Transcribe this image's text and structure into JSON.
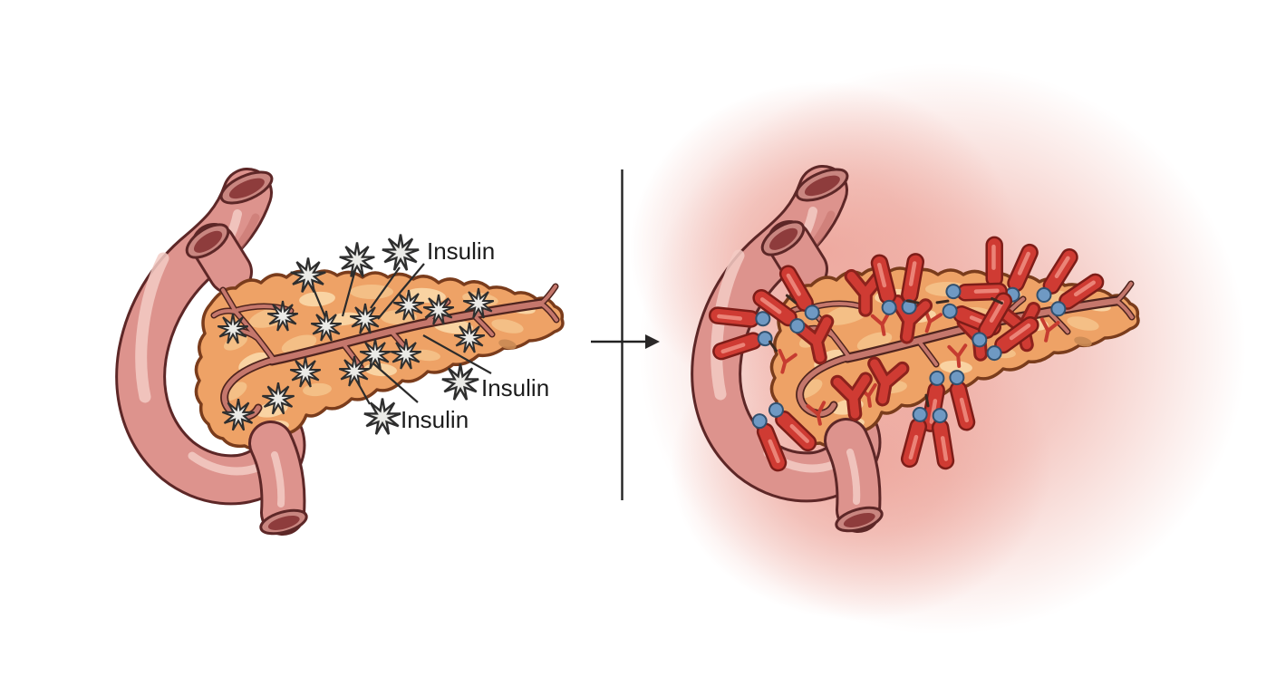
{
  "figure": {
    "description": "Pancreas secreting insulin versus inflamed pancreas attacked by autoantibodies",
    "arrow_direction": "right"
  },
  "left_panel": {
    "name": "pancreas-secreting-insulin",
    "labels": [
      {
        "text": "Insulin"
      },
      {
        "text": "Insulin"
      },
      {
        "text": "Insulin"
      }
    ],
    "granules_x_y_scale": [
      [
        340,
        304,
        1.15
      ],
      [
        394,
        287,
        1.15
      ],
      [
        442,
        279,
        1.2
      ],
      [
        508,
        422,
        1.2
      ],
      [
        422,
        460,
        1.2
      ],
      [
        257,
        363,
        1
      ],
      [
        312,
        349,
        1
      ],
      [
        360,
        360,
        1
      ],
      [
        403,
        352,
        1
      ],
      [
        451,
        337,
        1
      ],
      [
        484,
        342,
        1
      ],
      [
        528,
        335,
        1
      ],
      [
        518,
        373,
        1
      ],
      [
        414,
        391,
        1
      ],
      [
        448,
        391,
        1
      ],
      [
        337,
        411,
        1
      ],
      [
        391,
        410,
        1
      ],
      [
        307,
        440,
        1.05
      ],
      [
        263,
        458,
        1.05
      ]
    ],
    "leader_lines_x1_y1_x2_y2": [
      [
        344,
        314,
        359,
        350
      ],
      [
        392,
        298,
        378,
        349
      ],
      [
        441,
        295,
        409,
        340
      ],
      [
        468,
        291,
        417,
        352
      ],
      [
        467,
        370,
        542,
        412
      ],
      [
        405,
        395,
        461,
        444
      ],
      [
        393,
        419,
        408,
        446
      ]
    ]
  },
  "right_panel": {
    "name": "inflamed-pancreas-with-autoantibodies",
    "antibody_pairs_x_y_rot": [
      [
        840,
        363,
        -96
      ],
      [
        886,
        350,
        -42
      ],
      [
        992,
        336,
        -2
      ],
      [
        1107,
        320,
        12
      ],
      [
        1053,
        333,
        100
      ],
      [
        1162,
        331,
        44
      ],
      [
        1091,
        380,
        42
      ],
      [
        1045,
        420,
        178
      ],
      [
        1026,
        461,
        183
      ],
      [
        849,
        461,
        146
      ]
    ],
    "y_antibodies_x_y_rot": [
      [
        900,
        371,
        -12
      ],
      [
        955,
        318,
        0
      ],
      [
        1004,
        348,
        8
      ],
      [
        1080,
        367,
        -5
      ],
      [
        978,
        417,
        10
      ],
      [
        941,
        433,
        -6
      ],
      [
        1128,
        357,
        -12
      ]
    ],
    "y_antibodies_small_x_y_rot": [
      [
        867,
        397,
        15
      ],
      [
        902,
        454,
        -12
      ],
      [
        973,
        355,
        -10
      ],
      [
        1027,
        352,
        18
      ],
      [
        1057,
        390,
        -5
      ],
      [
        1157,
        362,
        12
      ],
      [
        958,
        434,
        -8
      ]
    ],
    "stress_dashes_x_y_rot": [
      [
        1007,
        333,
        10
      ],
      [
        1040,
        333,
        -8
      ],
      [
        1100,
        332,
        25
      ],
      [
        1023,
        442,
        80
      ],
      [
        853,
        382,
        55
      ],
      [
        873,
        330,
        40
      ]
    ]
  },
  "colors": {
    "background": "#ffffff",
    "divider": "#222222",
    "duodenum_fill": "#dd938d",
    "duodenum_outline": "#5d2727",
    "duodenum_highlight": "#f3cbc4",
    "duodenum_rim": "#c98680",
    "duodenum_lumen": "#8e3c3c",
    "pancreas_fill": "#eea266",
    "pancreas_outline": "#7a3c1c",
    "pancreas_lobule": "#f5c48c",
    "pancreas_lobule_light": "#f9d8a8",
    "duct_fill": "#c5776c",
    "duct_outline": "#4f241e",
    "granule_fill": "#ebebe7",
    "granule_outline": "#2e2e2e",
    "label_color": "#1c1c1c",
    "leader_line": "#2b2b2b",
    "antibody_rod": "#cf3b33",
    "antibody_rod_outline": "#7d1d18",
    "antibody_rod_highlight": "#f09184",
    "antibody_dot": "#6f99c3",
    "antibody_dot_outline": "#32506e",
    "y_antibody": "#cf3b33",
    "y_antibody_outline": "#8c221c",
    "y_antibody_thin": "#c63c30",
    "dash": "#3c2a22",
    "glow": "#eca095"
  }
}
